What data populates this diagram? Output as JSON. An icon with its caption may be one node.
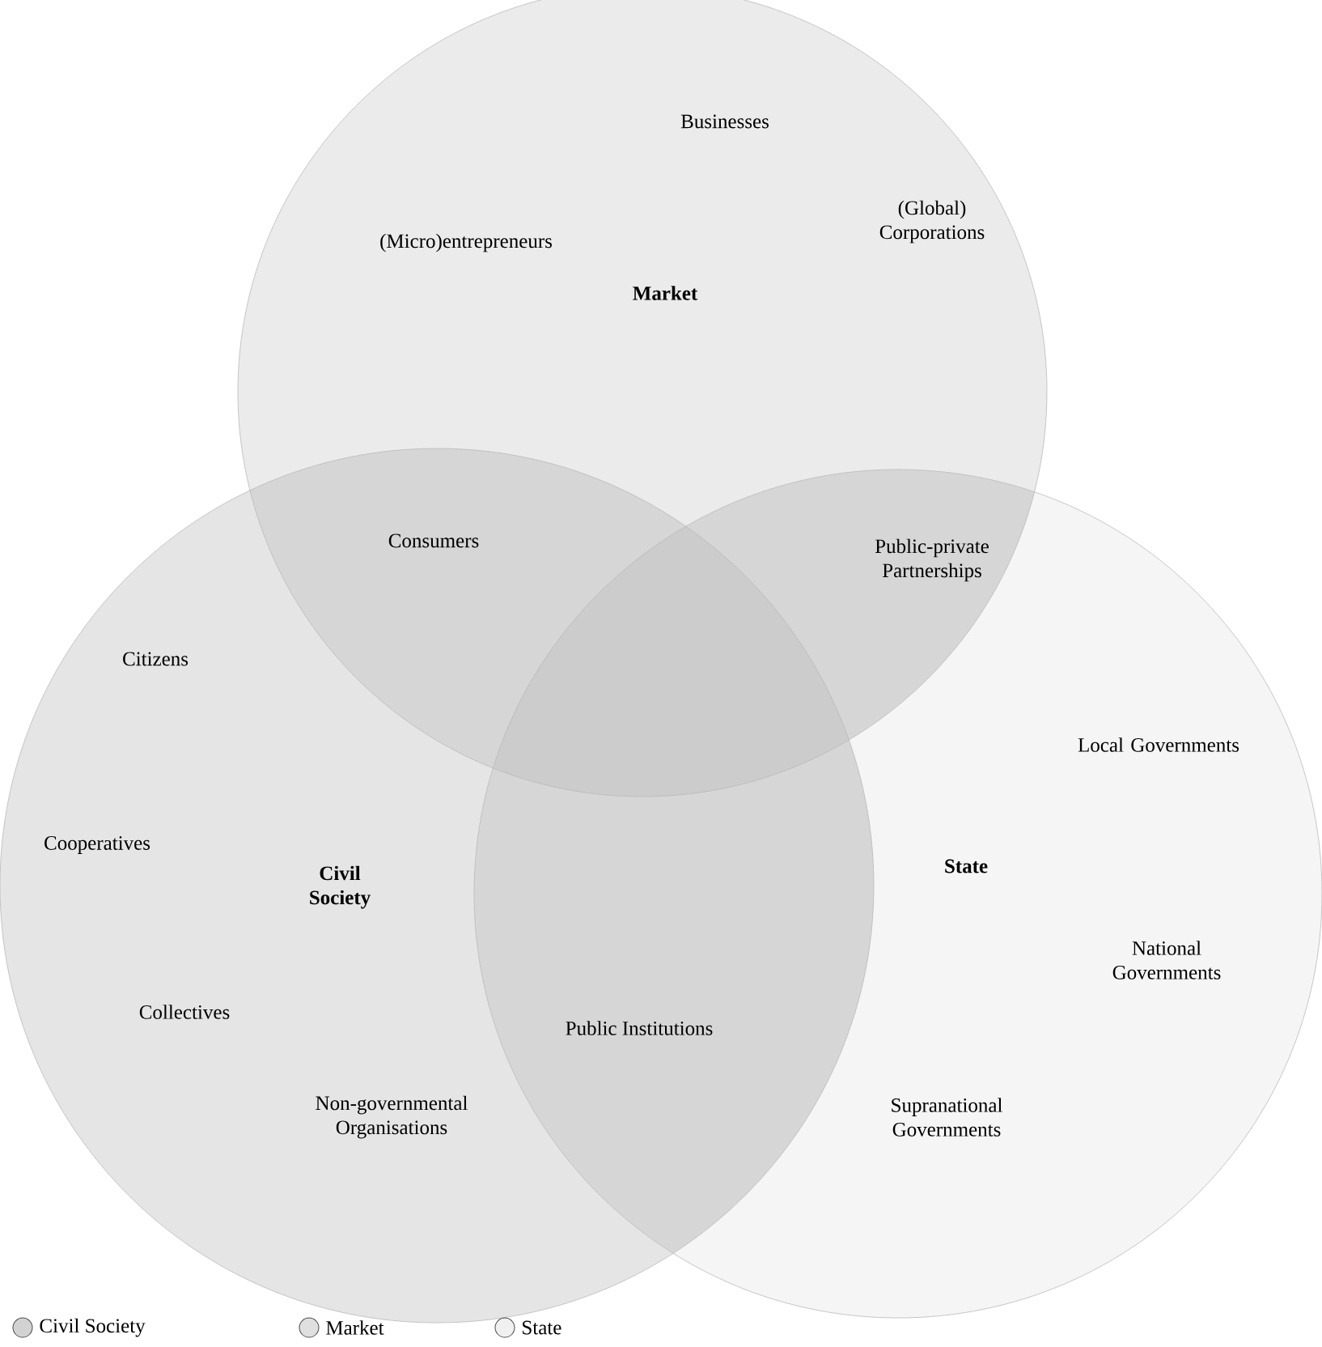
{
  "diagram": {
    "nodes": [
      {
        "text": [
          "Market"
        ]
      },
      {
        "text": [
          "Civil Society"
        ]
      },
      {
        "text": [
          "State"
        ]
      }
    ],
    "edges": [],
    "labels": [
      "Businesses",
      "(Micro)entrepreneurs",
      "(Global) Corporations",
      "Consumers",
      "Public-private Partnerships",
      "Citizens",
      "Local Governments",
      "Cooperatives",
      "National Governments",
      "Public Institutions",
      "Collectives",
      "Non-governmental Organisations",
      "Supranational Governments"
    ],
    "legend": [
      {
        "text": "Civil Society"
      },
      {
        "text": "Market"
      },
      {
        "text": "State"
      }
    ]
  }
}
